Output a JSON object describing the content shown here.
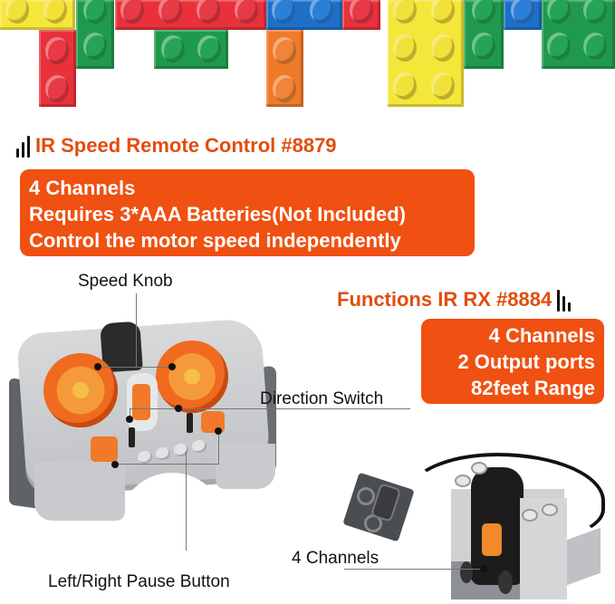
{
  "remote": {
    "title": "IR Speed Remote Control #8879",
    "features": [
      "4 Channels",
      "Requires 3*AAA Batteries(Not Included)",
      "Control the motor speed independently"
    ],
    "callouts": {
      "speed_knob": "Speed Knob",
      "direction_switch": "Direction Switch",
      "pause_button": "Left/Right Pause Button"
    }
  },
  "receiver": {
    "title": "Functions IR RX #8884",
    "features": [
      "4 Channels",
      "2 Output ports",
      "82feet Range"
    ],
    "callouts": {
      "channels": "4 Channels"
    }
  },
  "colors": {
    "accent_orange": "#f05011",
    "title_orange": "#e24d0e",
    "lego_yellow": "#f5e63a",
    "lego_green": "#1f9a4c",
    "lego_red": "#e8313b",
    "lego_blue": "#1f6fc9",
    "lego_orange": "#ef7a2a"
  },
  "icons": {
    "signal": "signal-bars-icon"
  }
}
